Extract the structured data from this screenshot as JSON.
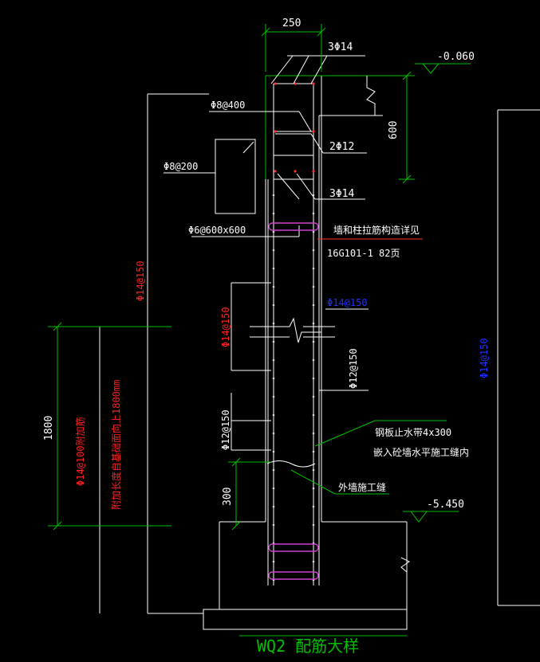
{
  "drawing": {
    "title": "WQ2 配筋大样",
    "colors": {
      "background": "#000000",
      "line": "#ffffff",
      "dimension": "#00c000",
      "red_text": "#ff2020",
      "blue_text": "#2030ff",
      "magenta": "#d040d0",
      "leader_green": "#00c000"
    },
    "dimensions": {
      "wall_width": "250",
      "beam_depth": "600",
      "lap_length": "1800",
      "construction_joint": "300"
    },
    "elevations": {
      "top": "-0.060",
      "bottom": "-5.450"
    },
    "labels": {
      "top_bars": "3Φ14",
      "stirrup_beam": "Φ8@400",
      "side_bars": "2Φ12",
      "bottom_bars": "3Φ14",
      "section_stirrup": "Φ8@200",
      "tie_bars": "Φ6@600x600",
      "note_line1": "墙和柱拉筋构造详见",
      "note_line2": "16G101-1 82页",
      "vert_inner_left": "Φ14@150",
      "vert_inner_right": "Φ14@150",
      "vert_outer_right": "Φ14@150",
      "vert_far_left": "Φ14@150",
      "horiz_left": "Φ12@150",
      "horiz_right": "Φ12@150",
      "waterstop_line1": "钢板止水带4x300",
      "waterstop_line2": "嵌入砼墙水平施工缝内",
      "outer_joint": "外墙施工缝",
      "added_bars_line1": "Φ14@100附加筋",
      "added_bars_line2": "附加长度自基础面向上1800mm"
    }
  }
}
